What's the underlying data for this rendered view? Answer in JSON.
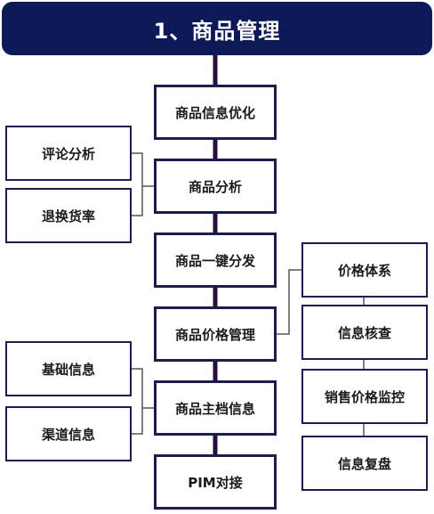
{
  "header": {
    "title": "1、商品管理"
  },
  "main_steps": [
    {
      "label": "商品信息优化"
    },
    {
      "label": "商品分析"
    },
    {
      "label": "商品一键分发"
    },
    {
      "label": "商品价格管理"
    },
    {
      "label": "商品主档信息"
    },
    {
      "label": "PIM对接"
    }
  ],
  "left_groups": {
    "analysis": [
      {
        "label": "评论分析"
      },
      {
        "label": "退换货率"
      }
    ],
    "master": [
      {
        "label": "基础信息"
      },
      {
        "label": "渠道信息"
      }
    ]
  },
  "right_group": [
    {
      "label": "价格体系"
    },
    {
      "label": "信息核查"
    },
    {
      "label": "销售价格监控"
    },
    {
      "label": "信息复盘"
    }
  ],
  "colors": {
    "header_bg": "#0d1a57",
    "connector": "#2a0f3c",
    "box_border": "#1c1c4f"
  }
}
